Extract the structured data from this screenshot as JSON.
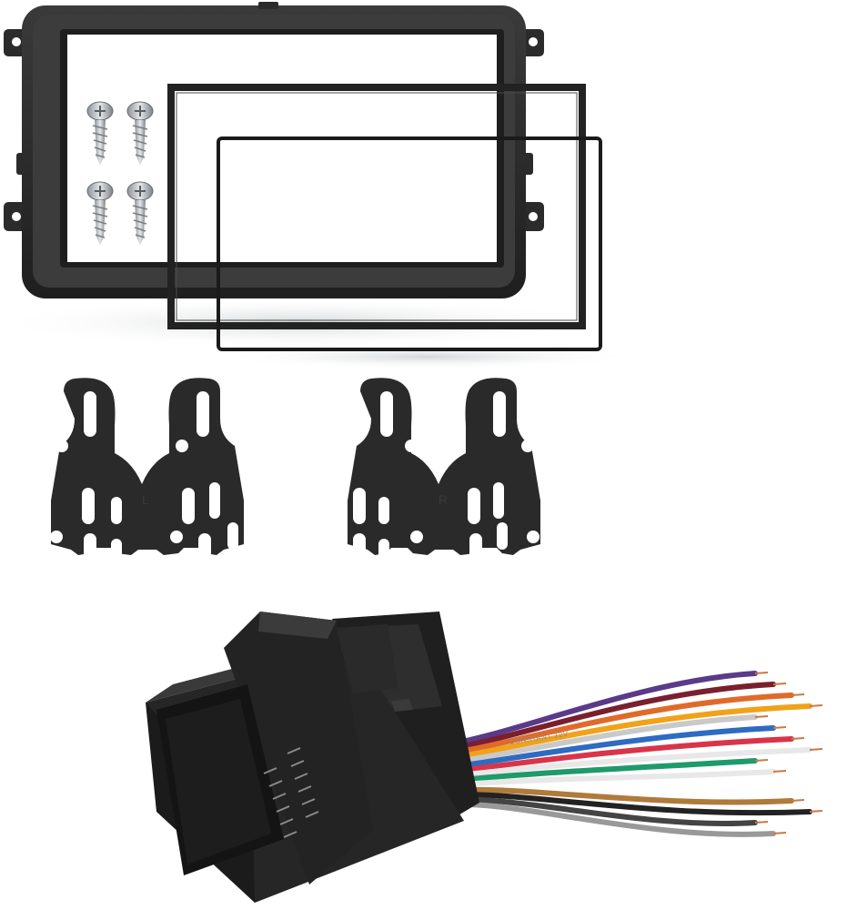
{
  "image": {
    "subject": "double-din-dash-kit",
    "colors": {
      "background": "#ffffff",
      "plastic": "#2b2b2b",
      "plastic_highlight": "#4a4a4a",
      "screw": "#c8ccd0",
      "shadow": "#d9dbdd"
    }
  },
  "components": {
    "bezel": {
      "icon": "radio-bezel"
    },
    "trim_rings": {
      "count": 2
    },
    "screws": {
      "count": 4
    },
    "brackets": {
      "left_label": "L",
      "right_label": "R"
    },
    "harness": {
      "wire_print": "CONSTANT 12V",
      "wire_colors": [
        "#5a3a8a",
        "#7a1f2e",
        "#e06a2a",
        "#f0a21a",
        "#c9c9c9",
        "#2e6bc2",
        "#d8354a",
        "#ffffff",
        "#1f9a6a",
        "#f2f2f2",
        "#b07a3a",
        "#222222",
        "#444444",
        "#999999"
      ]
    }
  }
}
